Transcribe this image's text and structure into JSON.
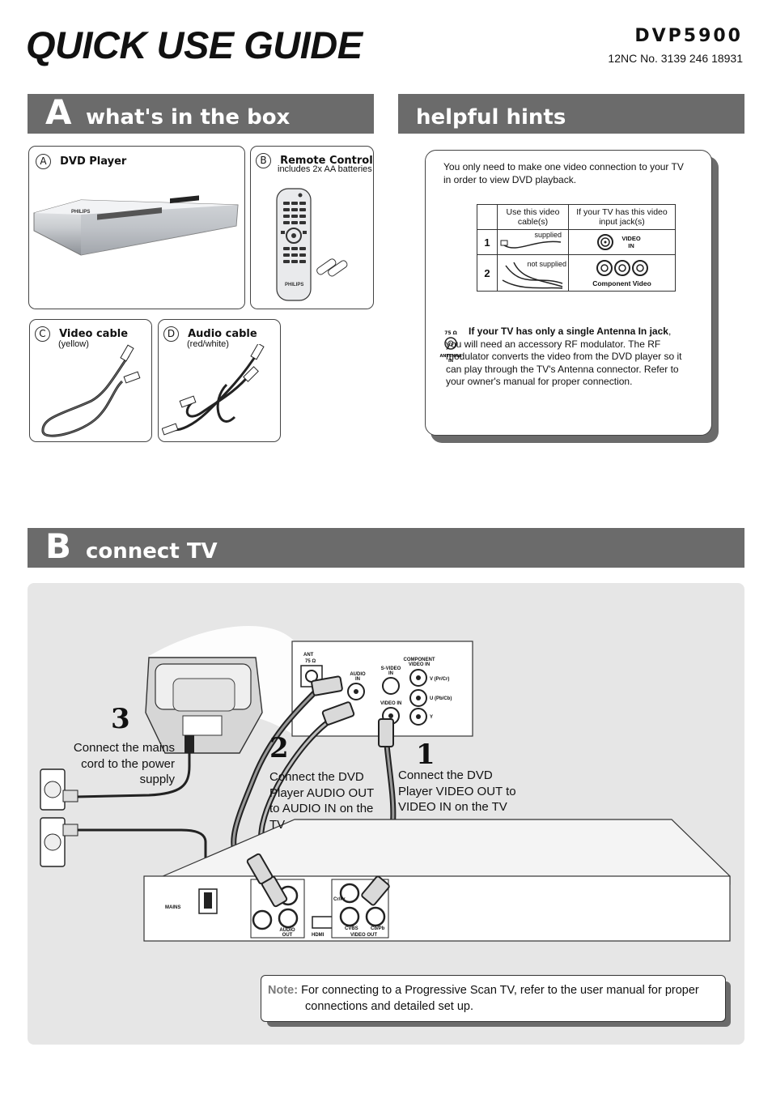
{
  "header": {
    "title": "QUICK USE GUIDE",
    "model": "DVP5900",
    "code": "12NC No. 3139 246 18931"
  },
  "section_a": {
    "letter": "A",
    "title": "what's in the box",
    "items": [
      {
        "badge": "A",
        "label": "DVD Player",
        "sub": ""
      },
      {
        "badge": "B",
        "label": "Remote Control",
        "sub": "includes 2x AA batteries"
      },
      {
        "badge": "C",
        "label": "Video cable",
        "sub": "(yellow)"
      },
      {
        "badge": "D",
        "label": "Audio cable",
        "sub": "(red/white)"
      }
    ],
    "player_brand": "PHILIPS",
    "remote_brand": "PHILIPS"
  },
  "hints": {
    "title": "helpful hints",
    "intro": "You only need to make one video connection to your TV in order to view DVD playback.",
    "table": {
      "col1": "Use this video cable(s)",
      "col2": "If your TV has this video input jack(s)",
      "rows": [
        {
          "num": "1",
          "cable_note": "supplied",
          "jack": "VIDEO IN"
        },
        {
          "num": "2",
          "cable_note": "not supplied",
          "jack": "Component Video"
        }
      ]
    },
    "antenna_icon_top": "75 Ω",
    "antenna_icon_bottom": "ANTENNA IN",
    "antenna_bold": "If your TV has only a single Antenna In jack",
    "antenna_text": ", you will need an accessory RF modulator.  The RF modulator converts the video from the DVD player so it can play through the TV's Antenna connector. Refer to your owner's manual for proper connection."
  },
  "section_b": {
    "letter": "B",
    "title": "connect TV",
    "steps": [
      {
        "num": "3",
        "text": "Connect the mains cord to the power supply"
      },
      {
        "num": "2",
        "text": "Connect the DVD Player AUDIO OUT to AUDIO IN on the TV"
      },
      {
        "num": "1",
        "text": "Connect the DVD Player VIDEO OUT to VIDEO IN on the TV"
      }
    ],
    "tv_panel": {
      "ant": "ANT",
      "ohm": "75 Ω",
      "audio_in": "AUDIO IN",
      "svideo_in": "S-VIDEO IN",
      "video_in": "VIDEO IN",
      "component": "COMPONENT VIDEO IN",
      "v": "V (Pr/Cr)",
      "u": "U (Pb/Cb)",
      "y": "Y"
    },
    "player_panel": {
      "mains": "MAINS",
      "audio_out": "AUDIO OUT",
      "hdmi": "HDMI",
      "video_out": "VIDEO OUT",
      "cvbs": "CVBS",
      "crpr": "Cr/Pr",
      "cbpb": "Cb/Pb"
    },
    "note_label": "Note:",
    "note_text": "For connecting to a Progressive Scan TV, refer to the user manual for proper connections and detailed set up."
  }
}
